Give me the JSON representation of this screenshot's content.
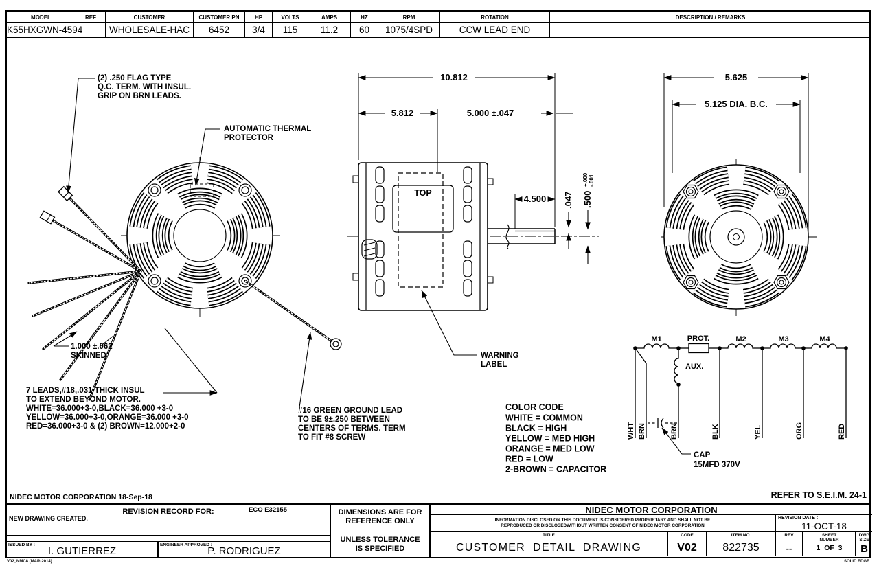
{
  "table": {
    "headers": [
      "MODEL",
      "REF",
      "CUSTOMER",
      "CUSTOMER PN",
      "HP",
      "VOLTS",
      "AMPS",
      "HZ",
      "RPM",
      "ROTATION",
      "DESCRIPTION / REMARKS"
    ],
    "values": [
      "K55HXGWN-4594",
      "",
      "WHOLESALE-HAC",
      "6452",
      "3/4",
      "115",
      "11.2",
      "60",
      "1075/4SPD",
      "CCW LEAD END",
      ""
    ]
  },
  "notes": {
    "flag1": "(2) .250 FLAG TYPE",
    "flag2": "Q.C. TERM. WITH INSUL.",
    "flag3": "GRIP ON BRN LEADS.",
    "thermal1": "AUTOMATIC THERMAL",
    "thermal2": "PROTECTOR",
    "skinned1": "1.000 ±.062",
    "skinned2": "SKINNED",
    "leads1": "7 LEADS,#18,.031 THICK INSUL",
    "leads2": "TO EXTEND BEYOND MOTOR.",
    "leads3": "WHITE=36.000+3-0,BLACK=36.000 +3-0",
    "leads4": "YELLOW=36.000+3-0,ORANGE=36.000 +3-0",
    "leads5": "RED=36.000+3-0 & (2) BROWN=12.000+2-0",
    "ground1": "#16 GREEN GROUND LEAD",
    "ground2": "TO BE 9±.250 BETWEEN",
    "ground3": "CENTERS OF TERMS. TERM",
    "ground4": "TO FIT #8 SCREW",
    "warning1": "WARNING",
    "warning2": "LABEL",
    "top": "TOP"
  },
  "dims": {
    "overall": "10.812",
    "body": "5.812",
    "ext": "5.000 ±.047",
    "flat": "4.500",
    "flat_depth": ".047",
    "shaft_dia": ".500",
    "tol_plus": "+.000",
    "tol_minus": "-.001",
    "bolt_od": "5.625",
    "bolt_bc": "5.125 DIA. B.C."
  },
  "schematic": {
    "m1": "M1",
    "prot": "PROT.",
    "m2": "M2",
    "m3": "M3",
    "m4": "M4",
    "aux": "AUX.",
    "cap1": "CAP",
    "cap2": "15MFD 370V",
    "leads": [
      "WHT",
      "BRN",
      "BRN",
      "BLK",
      "YEL",
      "ORG",
      "RED"
    ]
  },
  "color_code": {
    "title": "COLOR CODE",
    "l1": "WHITE = COMMON",
    "l2": "BLACK = HIGH",
    "l3": "YELLOW = MED HIGH",
    "l4": "ORANGE = MED LOW",
    "l5": "RED = LOW",
    "l6": "2-BROWN = CAPACITOR"
  },
  "margin": {
    "corp_date": "NIDEC MOTOR CORPORATION 18-Sep-18",
    "refer": "REFER TO S.E.I.M. 24-1",
    "form": "V02_NMC8 (MAR-2014)",
    "cad": "SOLID EDGE"
  },
  "title_block": {
    "revision_header": "REVISION RECORD FOR:",
    "eco": "ECO E32155",
    "revision_entry": "NEW DRAWING CREATED.",
    "issued_label": "ISSUED BY :",
    "issued_by": "I. GUTIERREZ",
    "approved_label": "ENGINEER APPROVED :",
    "approved_by": "P. RODRIGUEZ",
    "dims_note1": "DIMENSIONS ARE FOR",
    "dims_note2": "REFERENCE ONLY",
    "dims_note3": "UNLESS TOLERANCE",
    "dims_note4": "IS SPECIFIED",
    "company": "NIDEC MOTOR CORPORATION",
    "disclaimer1": "INFORMATION DISCLOSED ON THIS DOCUMENT IS CONSIDERED PROPRIETARY AND SHALL NOT BE",
    "disclaimer2": "REPRODUCED OR DISCLOSEDWITHOUT WRITTEN CONSENT OF NIDEC MOTOR CORPORATION",
    "revdate_label": "REVISION DATE :",
    "revdate": "11-OCT-18",
    "title_label": "TITLE",
    "title": "CUSTOMER  DETAIL  DRAWING",
    "code_label": "CODE",
    "code": "V02",
    "item_label": "ITEM NO.",
    "item": "822735",
    "rev_label": "REV",
    "rev": "--",
    "sheet_label1": "SHEET",
    "sheet_label2": "NUMBER",
    "sheet": "1  OF  3",
    "dwg_label1": "DWG",
    "dwg_label2": "SIZE",
    "dwg": "B"
  }
}
